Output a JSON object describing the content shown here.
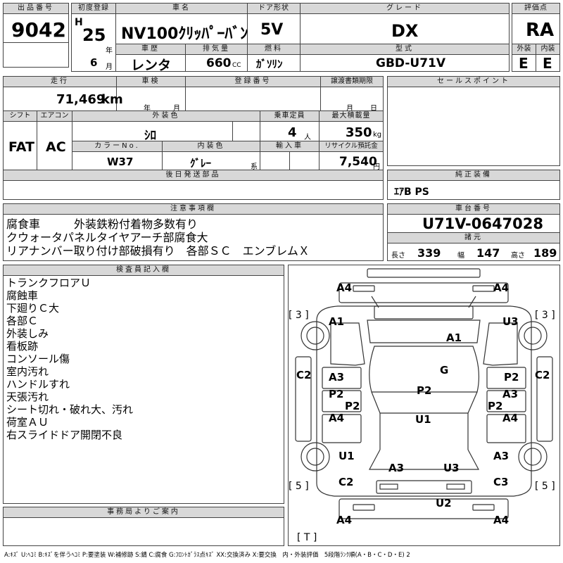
{
  "headers": {
    "lot_no": "出品番号",
    "first_reg": "初度登録",
    "car_name": "車名",
    "door_type": "ドア形状",
    "grade": "グレード",
    "score": "評価点",
    "history": "車歴",
    "displacement": "排気量",
    "fuel": "燃料",
    "model_code": "型式",
    "exterior": "外装",
    "interior": "内装",
    "mileage": "走行",
    "inspection": "車検",
    "reg_no": "登録番号",
    "transfer_doc": "譲渡書類期限",
    "sales_points": "セールスポイント",
    "shift": "シフト",
    "aircon": "エアコン",
    "ext_color": "外装色",
    "capacity": "乗車定員",
    "max_load": "最大積載量",
    "color_no": "カラーNo.",
    "int_color": "内装色",
    "import": "輸入車",
    "recycle": "リサイクル預託金",
    "later_parts": "後日発送部品",
    "genuine_equip": "純正装備",
    "caution": "注意事項欄",
    "chassis_no": "車台番号",
    "dimensions": "諸元",
    "inspector": "検査員記入欄",
    "office": "事務局よりご案内"
  },
  "lot_no": "9042",
  "era": "H",
  "reg_year": "25",
  "year_unit": "年",
  "reg_month": "6",
  "month_unit": "月",
  "car_name": "NV100ｸﾘｯﾊﾟｰﾊﾞﾝ",
  "door_type": "5V",
  "grade": "DX",
  "score": "RA",
  "history": "レンタ",
  "displacement": "660",
  "displacement_unit": "CC",
  "fuel": "ｶﾞｿﾘﾝ",
  "model_code": "GBD-U71V",
  "exterior_score": "E",
  "interior_score": "E",
  "mileage": "71,469",
  "mileage_unit": "km",
  "inspection_year": "年",
  "inspection_month": "月",
  "doc_month": "月",
  "doc_day": "日",
  "shift": "FAT",
  "aircon": "AC",
  "ext_color": "ｼﾛ",
  "capacity": "4",
  "capacity_unit": "人",
  "max_load": "350",
  "max_load_unit": "kg",
  "color_no": "W37",
  "int_color": "ｸﾞﾚｰ",
  "int_color_suffix": "系",
  "recycle_fee": "7,540",
  "recycle_unit": "円",
  "genuine_equip": "ｴｱB PS",
  "caution_lines": [
    "腐食車　　　外装鉄粉付着物多数有り",
    "クウォータパネルタイヤアーチ部腐食大",
    "リアナンバー取り付け部破損有り　各部ＳＣ　エンブレムＸ"
  ],
  "chassis_no": "U71V-0647028",
  "dim": {
    "length_label": "長さ",
    "length": "339",
    "width_label": "幅",
    "width": "147",
    "height_label": "高さ",
    "height": "189"
  },
  "inspector_lines": [
    "トランクフロアＵ",
    "腐蝕車",
    "下廻りＣ大",
    "各部Ｃ",
    "外装しみ",
    "看板跡",
    "コンソール傷",
    "室内汚れ",
    "ハンドルすれ",
    "天張汚れ",
    "シート切れ・破れ大、汚れ",
    "荷室ＡＵ",
    "右スライドドア開閉不良"
  ],
  "diagram": {
    "tire_fl": "[ 3 ]",
    "tire_fr": "[ 3 ]",
    "tire_rl": "[ 5 ]",
    "tire_rr": "[ 5 ]",
    "tire_t": "[ T ]",
    "marks": {
      "a4_tl": "A4",
      "a4_tr": "A4",
      "a1_l": "A1",
      "u3_r": "U3",
      "a1_c": "A1",
      "g": "G",
      "c2_l": "C2",
      "c2_r": "C2",
      "a3_l": "A3",
      "p2_rt": "P2",
      "p2_l": "P2",
      "a3_r": "A3",
      "p2_li": "P2",
      "p2_ri": "P2",
      "p2_c": "P2",
      "a4_l": "A4",
      "u1_c": "U1",
      "a4_r": "A4",
      "u1_l": "U1",
      "a3_rr": "A3",
      "a3_c": "A3",
      "u3_c": "U3",
      "c2_rl": "C2",
      "c3_rr": "C3",
      "u2": "U2",
      "a4_bl": "A4",
      "a4_br": "A4"
    }
  },
  "legend": "A:ｷｽﾞ U:ﾍｺﾐ B:ｷｽﾞを伴うﾍｺﾐ P:要塗装 W:補修跡 S:錆 C:腐食 G:ﾌﾛﾝﾄｶﾞﾗｽ点ｷｽﾞ XX:交換済み X:要交換　内・外装評価　5段階ﾗﾝｸ順(A・B・C・D・E) 2"
}
